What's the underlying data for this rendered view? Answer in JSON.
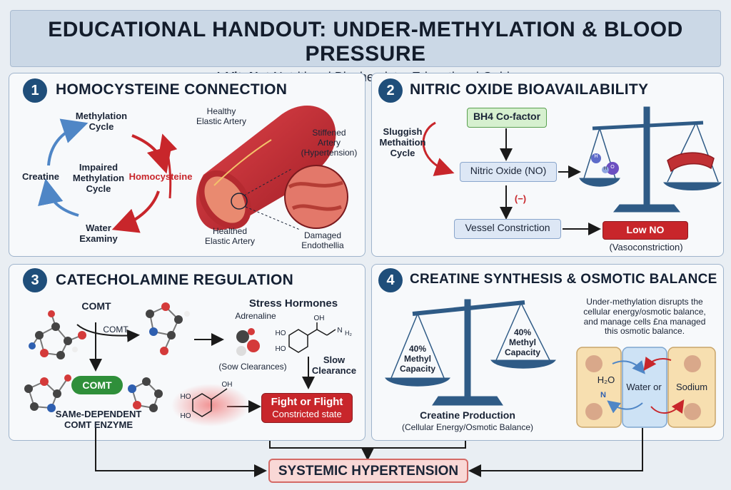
{
  "header": {
    "title": "EDUCATIONAL HANDOUT: UNDER-METHYLATION & BLOOD PRESSURE",
    "subtitle_pre": "A ",
    "subtitle_brand": "VitaNet",
    "subtitle_post": " Nutritional Biochemistry Educational Guide"
  },
  "panel1": {
    "number": "1",
    "title": "HOMOCYSTEINE CONNECTION",
    "methylation_cycle": "Methylation\nCycle",
    "impaired": "Impaired\nMethylation\nCycle",
    "homocysteine": "Homocysteine",
    "creatine": "Creatine",
    "water": "Water\nExaminy",
    "healthy_top": "Healthy\nElastic Artery",
    "stiffened": "Stiffened\nArtery\n(Hypertension)",
    "healthed": "Healthed\nElastic Artery",
    "damaged": "Damaged\nEndothellia"
  },
  "panel2": {
    "number": "2",
    "title": "NITRIC OXIDE BIOAVAILABILITY",
    "sluggish": "Sluggish\nMethaition\nCycle",
    "bh4": "BH4 Co-factor",
    "no": "Nitric Oxide (NO)",
    "inhibit": "(−)",
    "vessel": "Vessel Constriction",
    "low_no": "Low NO",
    "vaso": "(Vasoconstriction)",
    "molecule_h": "H",
    "molecule_o": "O",
    "molecule_h2": "H"
  },
  "panel3": {
    "number": "3",
    "title": "CATECHOLAMINE REGULATION",
    "comt_top": "COMT",
    "comt_mid": "COMT",
    "comt_pill": "COMT",
    "same": "SAMe-DEPENDENT\nCOMT ENZYME",
    "stress": "Stress Hormones",
    "adrenaline": "Adrenaline",
    "sow": "(Sow Clearances)",
    "slow": "Slow\nClearance",
    "fight": "Fight or Flight",
    "constricted": "Constricted state",
    "oh": "OH",
    "ho": "HO",
    "nh": "N",
    "h2": "H₂"
  },
  "panel4": {
    "number": "4",
    "title": "CREATINE SYNTHESIS & OSMOTIC BALANCE",
    "left_pan": "40%\nMethyl\nCapacity",
    "right_pan": "40%\nMethyl\nCapacity",
    "desc": "Under-methylation disrupts the\ncellular energy/osmotic balance,\nand manage cells £na managed\nthis osmotic balance.",
    "creatine_prod": "Creatine Production",
    "creatine_sub": "(Cellular Energy/Osmotic Balance)",
    "h2o": "H₂O",
    "n": "N",
    "water_or": "Water or",
    "sodium": "Sodium"
  },
  "footer": {
    "systemic": "SYSTEMIC HYPERTENSION"
  },
  "colors": {
    "navy": "#1f4e7a",
    "red": "#c8262b",
    "green": "#2f8f3a",
    "blue_arrow": "#4f86c6"
  }
}
